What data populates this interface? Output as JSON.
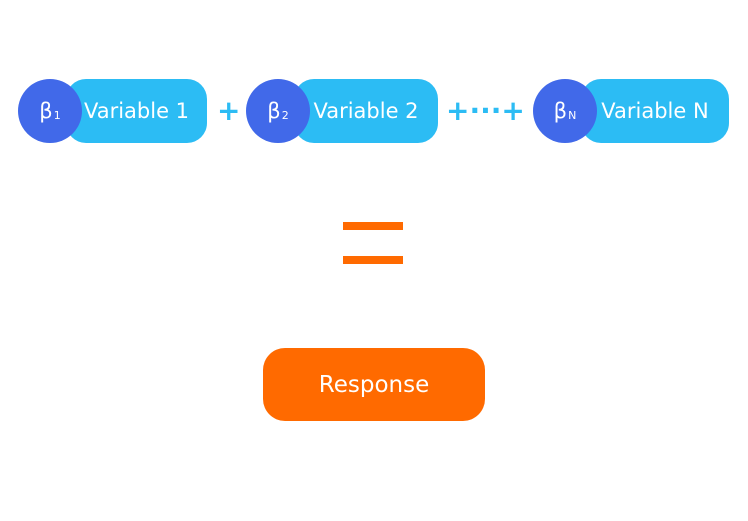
{
  "colors": {
    "coefficient": "#4169e9",
    "variable": "#2cbcf4",
    "operator": "#2cbcf4",
    "equals": "#ff6a00",
    "response": "#ff6a00"
  },
  "terms": [
    {
      "coefficient": "β",
      "subscript": "1",
      "variable": "Variable 1"
    },
    {
      "coefficient": "β",
      "subscript": "2",
      "variable": "Variable 2"
    },
    {
      "coefficient": "β",
      "subscript": "N",
      "variable": "Variable N"
    }
  ],
  "operators": {
    "plus": "+",
    "ellipsis": "+···+"
  },
  "response": {
    "label": "Response"
  }
}
